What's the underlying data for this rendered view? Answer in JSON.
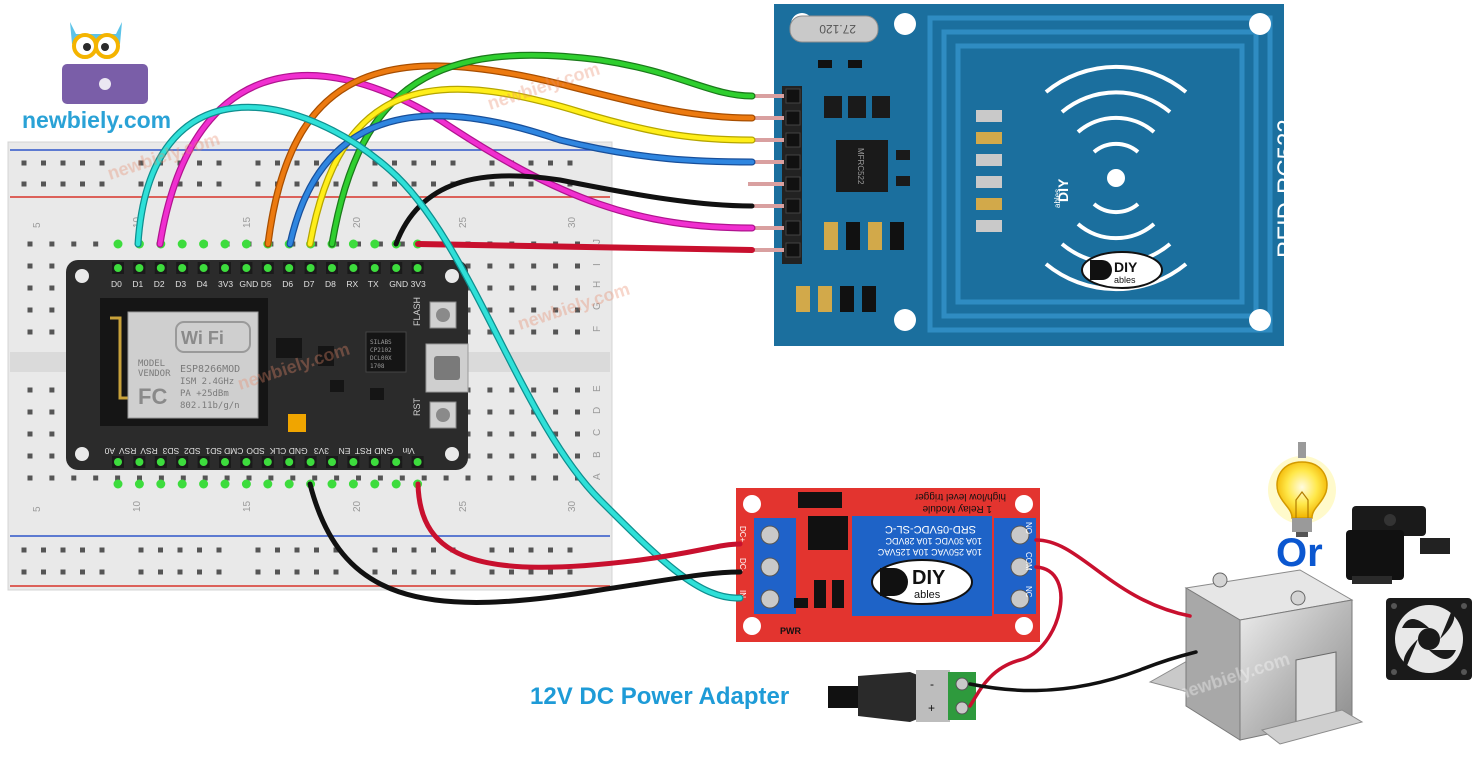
{
  "brand": {
    "site": "newbiely.com",
    "watermark": "newbiely.com"
  },
  "breadboard": {
    "column_numbers": [
      "5",
      "10",
      "15",
      "20",
      "25",
      "30"
    ],
    "row_letters_top": [
      "J",
      "I",
      "H",
      "G",
      "F"
    ],
    "row_letters_bottom": [
      "E",
      "D",
      "C",
      "B",
      "A"
    ]
  },
  "esp8266": {
    "top_pins": [
      "D0",
      "D1",
      "D2",
      "D3",
      "D4",
      "3V3",
      "GND",
      "D5",
      "D6",
      "D7",
      "D8",
      "RX",
      "TX",
      "GND",
      "3V3"
    ],
    "bottom_pins": [
      "A0",
      "RSV",
      "RSV",
      "SD3",
      "SD2",
      "SD1",
      "CMD",
      "SDO",
      "CLK",
      "GND",
      "3V3",
      "EN",
      "RST",
      "GND",
      "Vin"
    ],
    "wifi_logo": "Wi Fi",
    "module_lines": [
      "MODEL",
      "VENDOR"
    ],
    "fc_mark": "FC",
    "chip_lines": [
      "ESP8266MOD",
      "ISM 2.4GHz",
      "PA +25dBm",
      "802.11b/g/n"
    ],
    "usb_chip_lines": [
      "SILABS",
      "CP2102",
      "DCL00X",
      "1708"
    ],
    "flash_label": "FLASH",
    "rst_label": "RST"
  },
  "rfid": {
    "title": "RFID-RC522",
    "crystal": "27.120",
    "chip": "MFRC522",
    "logo_top": "DIY",
    "logo_bottom": "ables"
  },
  "relay": {
    "header_line1": "high/low level trigger",
    "header_line2": "1 Relay Module",
    "relay_body_lines": [
      "SRD-05VDC-SL-C",
      "10A 30VDC 10A 28VDC",
      "10A 250VAC 10A 125VAC"
    ],
    "input_labels": [
      "DC+",
      "DC-",
      "IN"
    ],
    "output_labels": [
      "NO",
      "COM",
      "NC"
    ],
    "pwr_label": "PWR",
    "logo_top": "DIY",
    "logo_bottom": "ables"
  },
  "power": {
    "label": "12V DC Power Adapter",
    "terminal_marks": [
      "-",
      "+"
    ]
  },
  "loads": {
    "or_text": "Or",
    "icons": [
      "light-bulb-icon",
      "water-pump-icon",
      "cooling-fan-icon",
      "solenoid-lock-icon"
    ]
  },
  "colors": {
    "board_blue": "#1b6f9e",
    "esp_board": "#2b2b2b",
    "relay_red": "#e3342f",
    "wire_red": "#c8102e",
    "wire_black": "#111111",
    "label_blue": "#1e9bd7",
    "or_blue": "#0b57d0"
  }
}
